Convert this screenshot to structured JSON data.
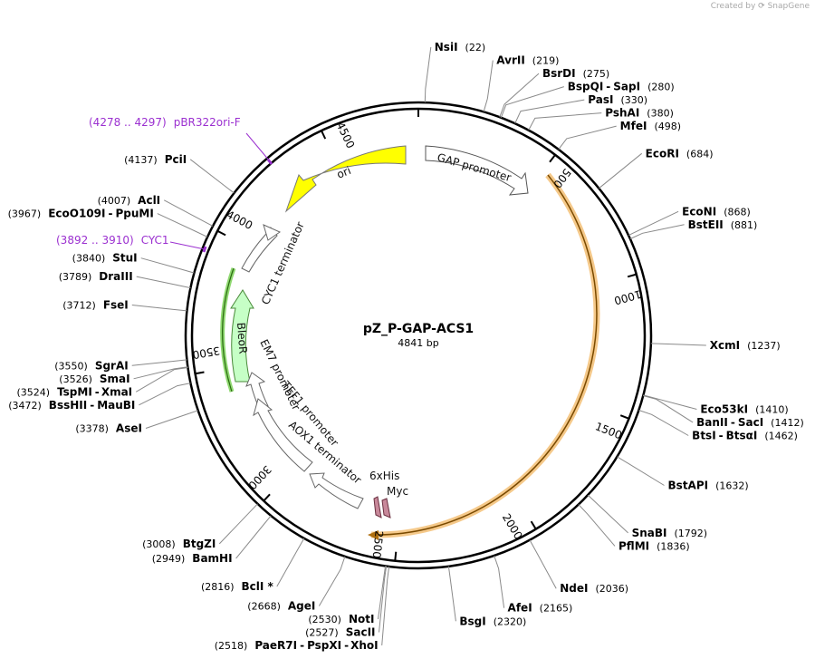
{
  "credit": {
    "prefix": "Created by",
    "brand": "SnapGene"
  },
  "plasmid": {
    "name": "pZ_P-GAP-ACS1",
    "length_label": "4841 bp",
    "length": 4841
  },
  "ticks": [
    {
      "pos": 500,
      "label": "500"
    },
    {
      "pos": 1000,
      "label": "1000"
    },
    {
      "pos": 1500,
      "label": "1500"
    },
    {
      "pos": 2000,
      "label": "2000"
    },
    {
      "pos": 2500,
      "label": "2500"
    },
    {
      "pos": 3000,
      "label": "3000"
    },
    {
      "pos": 3500,
      "label": "3500"
    },
    {
      "pos": 4000,
      "label": "4000"
    },
    {
      "pos": 4500,
      "label": "4500"
    }
  ],
  "sites": [
    {
      "pos": 22,
      "parts": [
        "NsiI"
      ],
      "num": "(22)"
    },
    {
      "pos": 219,
      "parts": [
        "AvrII"
      ],
      "num": "(219)"
    },
    {
      "pos": 275,
      "parts": [
        "BsrDI"
      ],
      "num": "(275)"
    },
    {
      "pos": 280,
      "parts": [
        "BspQI",
        "SapI"
      ],
      "num": "(280)"
    },
    {
      "pos": 330,
      "parts": [
        "PasI"
      ],
      "num": "(330)"
    },
    {
      "pos": 380,
      "parts": [
        "PshAI"
      ],
      "num": "(380)"
    },
    {
      "pos": 498,
      "parts": [
        "MfeI"
      ],
      "num": "(498)"
    },
    {
      "pos": 684,
      "parts": [
        "EcoRI"
      ],
      "num": "(684)"
    },
    {
      "pos": 868,
      "parts": [
        "EcoNI"
      ],
      "num": "(868)"
    },
    {
      "pos": 881,
      "parts": [
        "BstEII"
      ],
      "num": "(881)"
    },
    {
      "pos": 1237,
      "parts": [
        "XcmI"
      ],
      "num": "(1237)"
    },
    {
      "pos": 1410,
      "parts": [
        "Eco53kI"
      ],
      "num": "(1410)"
    },
    {
      "pos": 1412,
      "parts": [
        "BanII",
        "SacI"
      ],
      "num": "(1412)"
    },
    {
      "pos": 1462,
      "parts": [
        "BtsI",
        "BtsαI"
      ],
      "num": "(1462)"
    },
    {
      "pos": 1632,
      "parts": [
        "BstAPI"
      ],
      "num": "(1632)"
    },
    {
      "pos": 1792,
      "parts": [
        "SnaBI"
      ],
      "num": "(1792)"
    },
    {
      "pos": 1836,
      "parts": [
        "PflMI"
      ],
      "num": "(1836)"
    },
    {
      "pos": 2036,
      "parts": [
        "NdeI"
      ],
      "num": "(2036)"
    },
    {
      "pos": 2165,
      "parts": [
        "AfeI"
      ],
      "num": "(2165)"
    },
    {
      "pos": 2320,
      "parts": [
        "BsgI"
      ],
      "num": "(2320)"
    },
    {
      "pos": 2518,
      "parts": [
        "PaeR7I",
        "PspXI",
        "XhoI"
      ],
      "num": "(2518)"
    },
    {
      "pos": 2527,
      "parts": [
        "SacII"
      ],
      "num": "(2527)"
    },
    {
      "pos": 2530,
      "parts": [
        "NotI"
      ],
      "num": "(2530)"
    },
    {
      "pos": 2668,
      "parts": [
        "AgeI"
      ],
      "num": "(2668)"
    },
    {
      "pos": 2816,
      "parts": [
        "BclI *"
      ],
      "num": "(2816)"
    },
    {
      "pos": 2949,
      "parts": [
        "BamHI"
      ],
      "num": "(2949)"
    },
    {
      "pos": 3008,
      "parts": [
        "BtgZI"
      ],
      "num": "(3008)"
    },
    {
      "pos": 3378,
      "parts": [
        "AseI"
      ],
      "num": "(3378)"
    },
    {
      "pos": 3472,
      "parts": [
        "BssHII",
        "MauBI"
      ],
      "num": "(3472)"
    },
    {
      "pos": 3524,
      "parts": [
        "TspMI",
        "XmaI"
      ],
      "num": "(3524)"
    },
    {
      "pos": 3526,
      "parts": [
        "SmaI"
      ],
      "num": "(3526)"
    },
    {
      "pos": 3550,
      "parts": [
        "SgrAI"
      ],
      "num": "(3550)"
    },
    {
      "pos": 3712,
      "parts": [
        "FseI"
      ],
      "num": "(3712)"
    },
    {
      "pos": 3789,
      "parts": [
        "DraIII"
      ],
      "num": "(3789)"
    },
    {
      "pos": 3840,
      "parts": [
        "StuI"
      ],
      "num": "(3840)"
    },
    {
      "pos": 3967,
      "parts": [
        "EcoO109I",
        "PpuMI"
      ],
      "num": "(3967)"
    },
    {
      "pos": 4007,
      "parts": [
        "AclI"
      ],
      "num": "(4007)"
    },
    {
      "pos": 4137,
      "parts": [
        "PciI"
      ],
      "num": "(4137)"
    }
  ],
  "primers": [
    {
      "name": "CYC1",
      "range": "(3892 .. 3910)"
    },
    {
      "name": "pBR322ori-F",
      "range": "(4278 .. 4297)"
    }
  ],
  "features": [
    {
      "name": "GAP promoter",
      "color": "#ffffff"
    },
    {
      "name": "ori",
      "color": "#ffff00"
    },
    {
      "name": "CYC1 terminator",
      "color": "#ffffff"
    },
    {
      "name": "BleoR",
      "color": "#c6ffc6"
    },
    {
      "name": "EM7 promoter",
      "color": "#ffffff"
    },
    {
      "name": "TEF1 promoter",
      "color": "#ffffff"
    },
    {
      "name": "AOX1 terminator",
      "color": "#ffffff"
    },
    {
      "name": "6xHis",
      "color": "#c8889a"
    },
    {
      "name": "Myc",
      "color": "#c8889a"
    }
  ],
  "colors": {
    "orf_highlight": "#f5c98a",
    "bleor_highlight": "#78c850",
    "primer": "#9b30d0"
  }
}
